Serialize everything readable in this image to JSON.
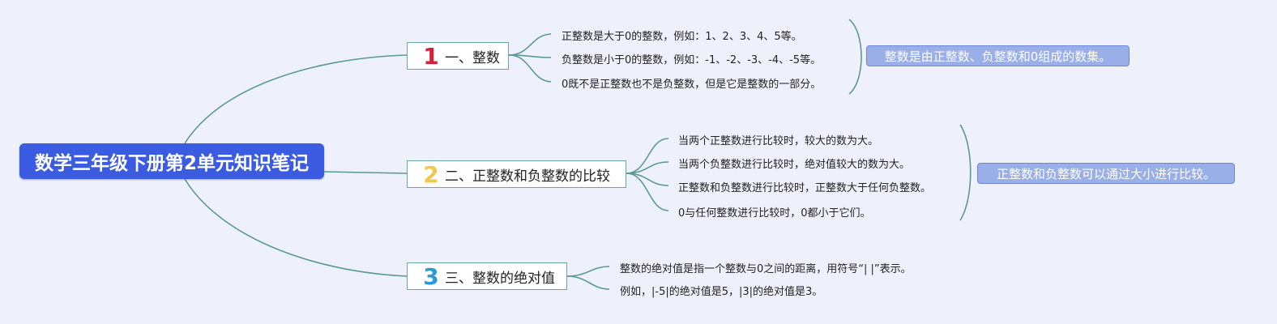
{
  "root": {
    "title": "数学三年级下册第2单元知识笔记"
  },
  "colors": {
    "background": "#eef1fb",
    "root_fill": "#3b5be0",
    "connector": "#5a9a8f",
    "topic_border": "#6aa79c",
    "summary_fill": "#9aaee8",
    "num1": "#d81e3a",
    "num2": "#f1c84a",
    "num3": "#2d9ad8"
  },
  "topics": [
    {
      "number": "1",
      "label": "一、整数",
      "items": [
        "正整数是大于0的整数，例如：1、2、3、4、5等。",
        "负整数是小于0的整数，例如：-1、-2、-3、-4、-5等。",
        "0既不是正整数也不是负整数，但是它是整数的一部分。"
      ],
      "summary": "整数是由正整数、负整数和0组成的数集。"
    },
    {
      "number": "2",
      "label": "二、正整数和负整数的比较",
      "items": [
        "当两个正整数进行比较时，较大的数为大。",
        "当两个负整数进行比较时，绝对值较大的数为大。",
        "正整数和负整数进行比较时，正整数大于任何负整数。",
        "0与任何整数进行比较时，0都小于它们。"
      ],
      "summary": "正整数和负整数可以通过大小进行比较。"
    },
    {
      "number": "3",
      "label": "三、整数的绝对值",
      "items": [
        "整数的绝对值是指一个整数与0之间的距离，用符号“| |”表示。",
        "例如，|-5|的绝对值是5，|3|的绝对值是3。"
      ]
    }
  ]
}
